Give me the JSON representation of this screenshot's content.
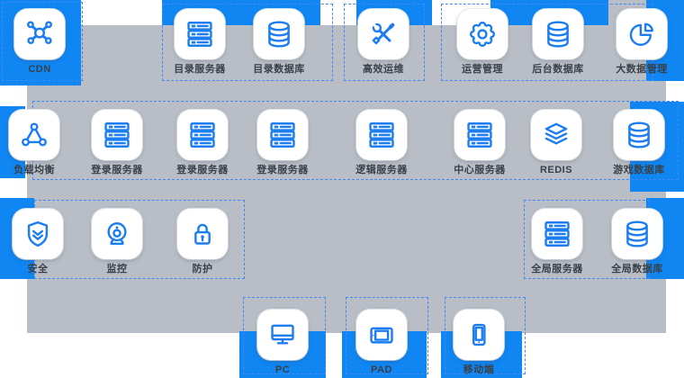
{
  "diagram": {
    "title": "server-architecture-diagram",
    "colors": {
      "accent_blue": "#0f86f2",
      "icon_blue": "#1b7df0",
      "canvas_gray": "#b9bec6",
      "label_text": "#3a4047",
      "dashed_border": "#4189f6",
      "tile_white": "#ffffff"
    },
    "rows": [
      {
        "items": [
          {
            "label": "CDN",
            "icon": "cdn-network-icon"
          },
          {
            "label": "目录服务器",
            "icon": "server-icon"
          },
          {
            "label": "目录数据库",
            "icon": "database-icon"
          },
          {
            "label": "高效运维",
            "icon": "tools-icon"
          },
          {
            "label": "运营管理",
            "icon": "gear-icon"
          },
          {
            "label": "后台数据库",
            "icon": "database-icon"
          },
          {
            "label": "大数据管理",
            "icon": "pie-chart-icon"
          }
        ]
      },
      {
        "items": [
          {
            "label": "负载均衡",
            "icon": "load-balancer-icon"
          },
          {
            "label": "登录服务器",
            "icon": "server-icon"
          },
          {
            "label": "登录服务器",
            "icon": "server-icon"
          },
          {
            "label": "登录服务器",
            "icon": "server-icon"
          },
          {
            "label": "逻辑服务器",
            "icon": "server-icon"
          },
          {
            "label": "中心服务器",
            "icon": "server-icon"
          },
          {
            "label": "REDIS",
            "icon": "layers-icon"
          },
          {
            "label": "游戏数据库",
            "icon": "database-icon"
          }
        ]
      },
      {
        "items": [
          {
            "label": "安全",
            "icon": "shield-icon"
          },
          {
            "label": "监控",
            "icon": "camera-icon"
          },
          {
            "label": "防护",
            "icon": "lock-icon"
          },
          {
            "label": "全局服务器",
            "icon": "server-icon"
          },
          {
            "label": "全局数据库",
            "icon": "database-icon"
          }
        ]
      },
      {
        "items": [
          {
            "label": "PC",
            "icon": "monitor-icon"
          },
          {
            "label": "PAD",
            "icon": "tablet-icon"
          },
          {
            "label": "移动端",
            "icon": "phone-icon"
          }
        ]
      }
    ]
  }
}
